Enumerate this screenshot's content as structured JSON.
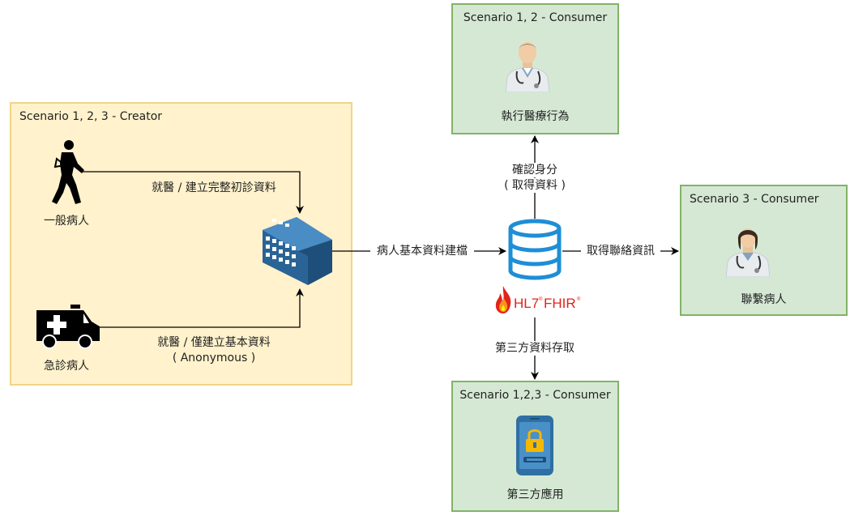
{
  "creator_box": {
    "title": "Scenario 1, 2, 3 - Creator"
  },
  "consumer_12": {
    "title": "Scenario 1, 2 - Consumer",
    "label": "執行醫療行為"
  },
  "consumer_3": {
    "title": "Scenario 3 - Consumer",
    "label": "聯繫病人"
  },
  "consumer_123": {
    "title": "Scenario 1,2,3 - Consumer",
    "label": "第三方應用"
  },
  "nodes": {
    "general_patient": "一般病人",
    "emergency_patient": "急診病人",
    "fhir_logo": "HL7 FHIR"
  },
  "edges": {
    "general_to_hospital": "就醫 / 建立完整初診資料",
    "emergency_to_hospital_line1": "就醫 / 僅建立基本資料",
    "emergency_to_hospital_line2": "( Anonymous )",
    "hospital_to_db": "病人基本資料建檔",
    "db_to_doctor_line1": "確認身分",
    "db_to_doctor_line2": "( 取得資料 )",
    "db_to_nurse": "取得聯絡資訊",
    "db_to_app": "第三方資料存取"
  },
  "colors": {
    "creator_fill": "#fff2cc",
    "creator_border": "#f0d488",
    "consumer_fill": "#d5e8d4",
    "consumer_border": "#82b366",
    "database_blue": "#1f8ed6",
    "hospital_blue": "#2a6496",
    "fhir_red": "#e2231a",
    "app_blue": "#2f6fa3",
    "app_yellow": "#f5b800"
  }
}
